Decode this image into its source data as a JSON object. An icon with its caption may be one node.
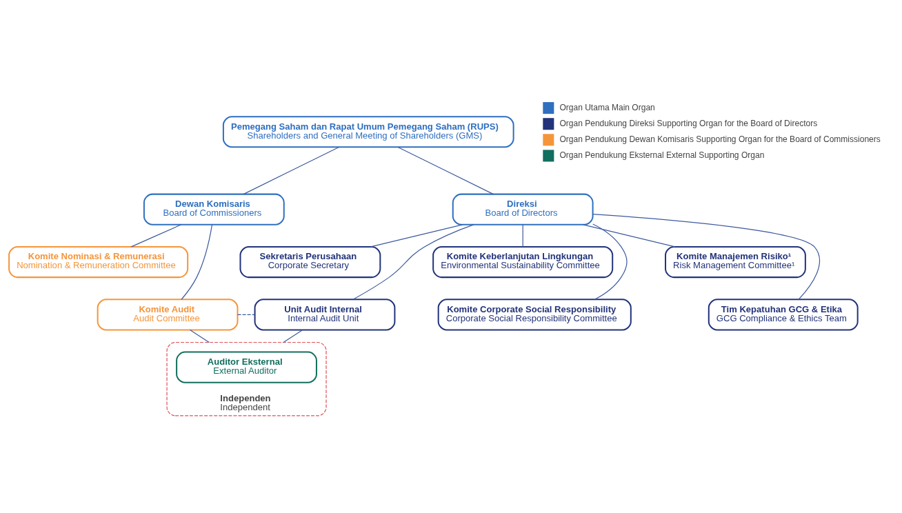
{
  "diagram": {
    "nodes": [
      {
        "text": [
          "Pemegang Saham dan Rapat Umum Pemegang Saham (RUPS)",
          "Shareholders and General Meeting of Shareholders (GMS)"
        ]
      },
      {
        "text": [
          "Dewan Komisaris",
          "Board of Commissioners"
        ]
      },
      {
        "text": [
          "Direksi",
          "Board of Directors"
        ]
      },
      {
        "text": [
          "Komite Nominasi & Remunerasi",
          "Nomination & Remuneration Committee"
        ]
      },
      {
        "text": [
          "Sekretaris Perusahaan",
          "Corporate Secretary"
        ]
      },
      {
        "text": [
          "Komite Keberlanjutan Lingkungan",
          "Environmental Sustainability Committee"
        ]
      },
      {
        "text": [
          "Komite Manajemen Risiko¹",
          "Risk Management Committee¹"
        ]
      },
      {
        "text": [
          "Komite Audit",
          "Audit Committee"
        ]
      },
      {
        "text": [
          "Unit Audit Internal",
          "Internal Audit Unit"
        ]
      },
      {
        "text": [
          "Komite Corporate Social Responsibility",
          "Corporate Social Responsibility Committee"
        ]
      },
      {
        "text": [
          "Tim Kepatuhan GCG & Etika",
          "GCG Compliance & Ethics Team"
        ]
      },
      {
        "text": [
          "Independen",
          "Independent"
        ]
      },
      {
        "text": [
          "Auditor Eksternal",
          "External Auditor"
        ],
        "in": 11
      }
    ],
    "edges": [
      {
        "from": 0,
        "to": 1,
        "arrow": "none"
      },
      {
        "from": 0,
        "to": 2,
        "arrow": "none"
      },
      {
        "from": 1,
        "to": 3,
        "arrow": "none"
      },
      {
        "from": 1,
        "to": 7,
        "arrow": "none"
      },
      {
        "from": 2,
        "to": 4,
        "arrow": "none"
      },
      {
        "from": 2,
        "to": 8,
        "arrow": "none"
      },
      {
        "from": 2,
        "to": 5,
        "arrow": "none"
      },
      {
        "from": 2,
        "to": 9,
        "arrow": "none"
      },
      {
        "from": 2,
        "to": 6,
        "arrow": "none"
      },
      {
        "from": 2,
        "to": 10,
        "arrow": "none"
      },
      {
        "from": 7,
        "to": 8,
        "arrow": "none",
        "style": "dashed"
      },
      {
        "from": 7,
        "to": 11,
        "arrow": "none"
      },
      {
        "from": 8,
        "to": 11,
        "arrow": "none"
      }
    ],
    "legend": [
      {
        "text": "Organ Utama Main Organ",
        "color": "#2f6fbf"
      },
      {
        "text": "Organ Pendukung Direksi Supporting Organ for the Board of Directors",
        "color": "#22337a"
      },
      {
        "text": "Organ Pendukung Dewan Komisaris Supporting Organ for the Board of Commissioners",
        "color": "#f5953a"
      },
      {
        "text": "Organ Pendukung Eksternal External Supporting Organ",
        "color": "#126e5e"
      }
    ]
  }
}
